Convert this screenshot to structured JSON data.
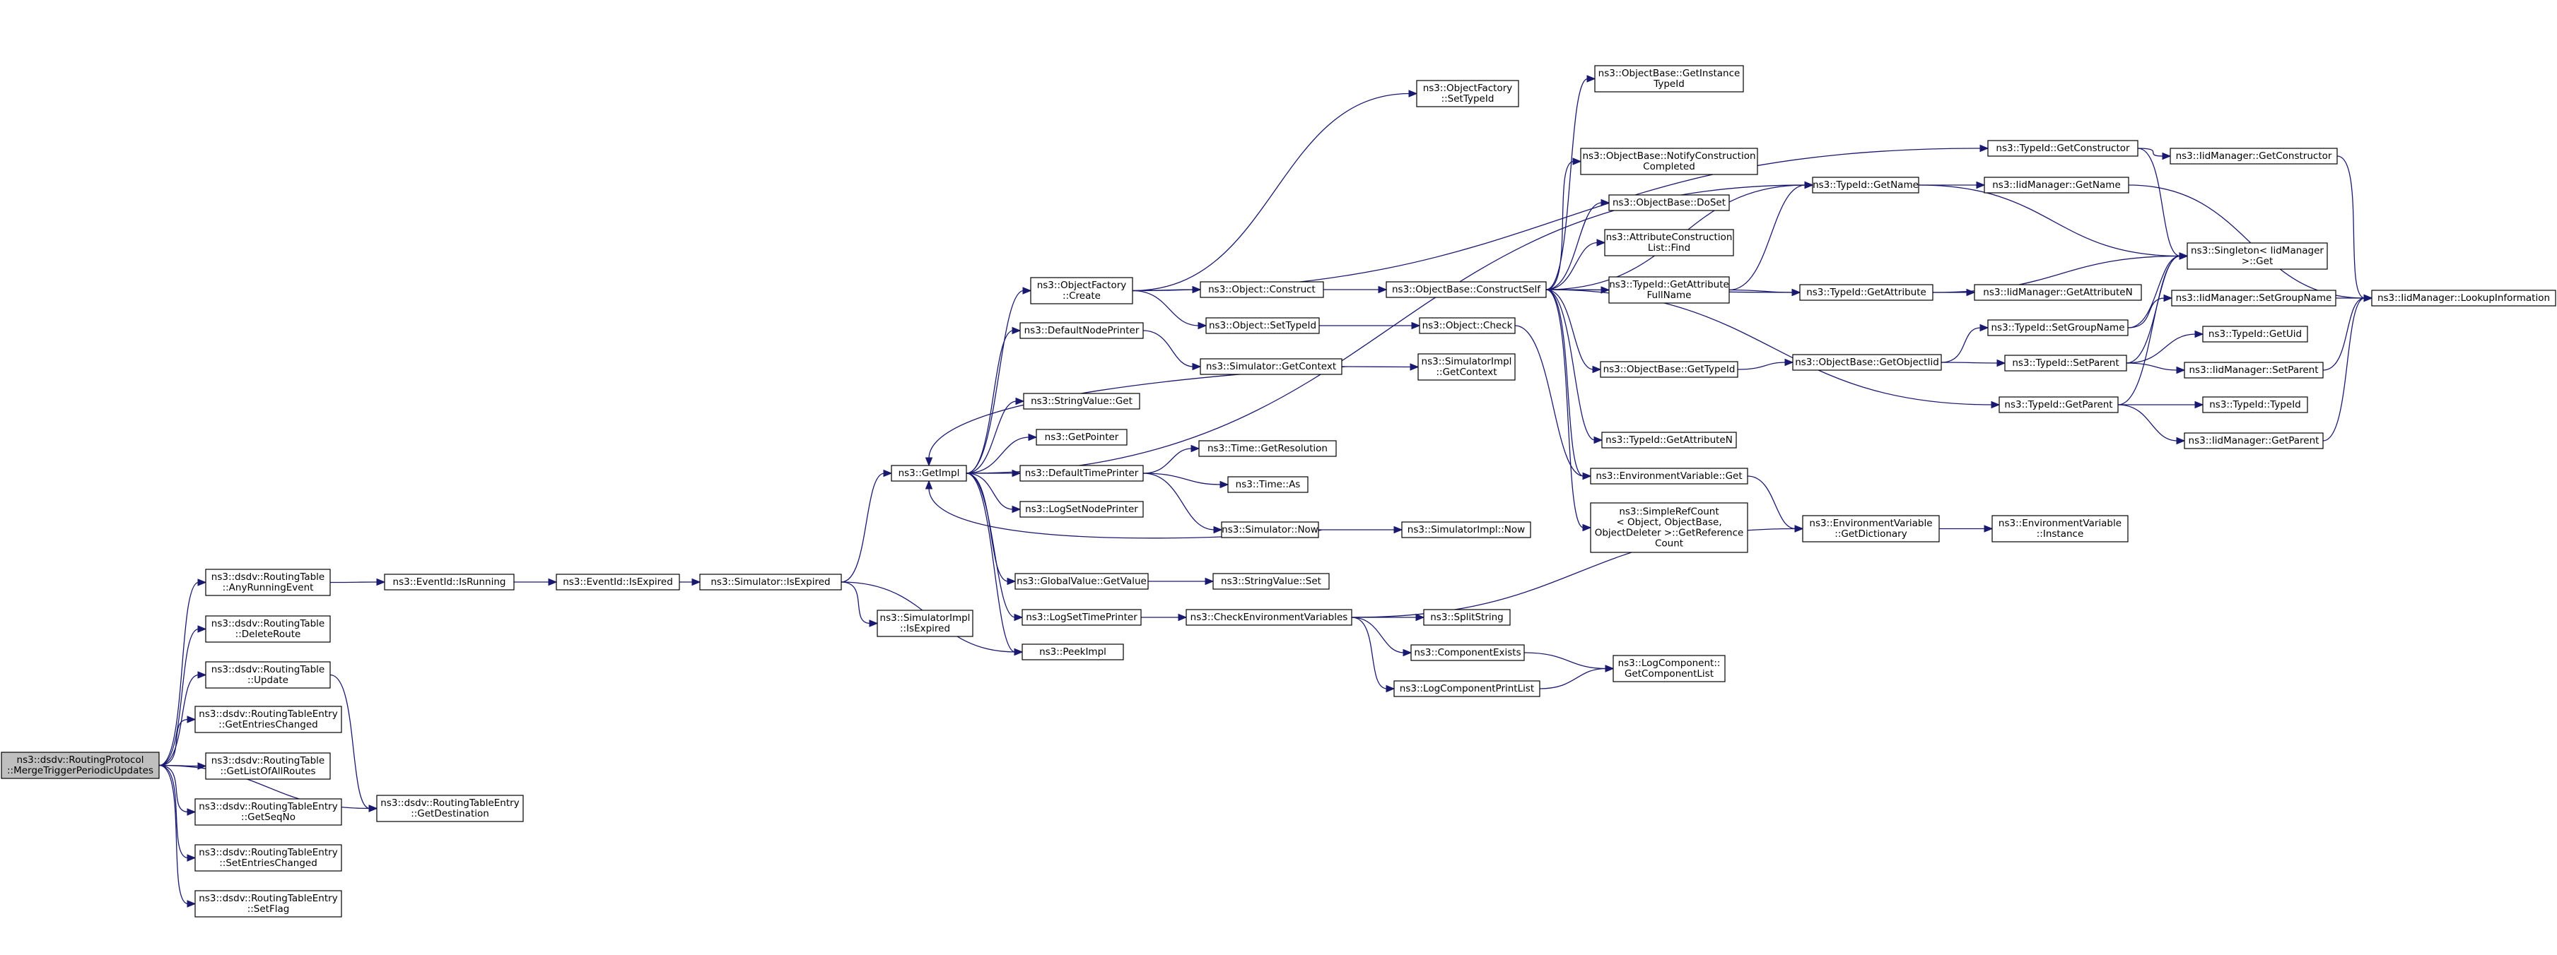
{
  "graph": {
    "title": "ns3::dsdv::RoutingProtocol::MergeTriggerPeriodicUpdates call graph",
    "colors": {
      "edge": "#191970",
      "root_fill": "#bfbfbf",
      "node_fill": "#ffffff",
      "node_border": "#000000"
    },
    "nodes": [
      {
        "id": "root",
        "lines": [
          "ns3::dsdv::RoutingProtocol",
          "::MergeTriggerPeriodicUpdates"
        ]
      },
      {
        "id": "rt_anyrunning",
        "lines": [
          "ns3::dsdv::RoutingTable",
          "::AnyRunningEvent"
        ]
      },
      {
        "id": "rt_deleteroute",
        "lines": [
          "ns3::dsdv::RoutingTable",
          "::DeleteRoute"
        ]
      },
      {
        "id": "rt_update",
        "lines": [
          "ns3::dsdv::RoutingTable",
          "::Update"
        ]
      },
      {
        "id": "rte_getentrieschanged",
        "lines": [
          "ns3::dsdv::RoutingTableEntry",
          "::GetEntriesChanged"
        ]
      },
      {
        "id": "rt_getlist",
        "lines": [
          "ns3::dsdv::RoutingTable",
          "::GetListOfAllRoutes"
        ]
      },
      {
        "id": "rte_getseqno",
        "lines": [
          "ns3::dsdv::RoutingTableEntry",
          "::GetSeqNo"
        ]
      },
      {
        "id": "rte_setentrieschanged",
        "lines": [
          "ns3::dsdv::RoutingTableEntry",
          "::SetEntriesChanged"
        ]
      },
      {
        "id": "rte_setflag",
        "lines": [
          "ns3::dsdv::RoutingTableEntry",
          "::SetFlag"
        ]
      },
      {
        "id": "rte_getdestination",
        "lines": [
          "ns3::dsdv::RoutingTableEntry",
          "::GetDestination"
        ]
      },
      {
        "id": "eventid_isrunning",
        "lines": [
          "ns3::EventId::IsRunning"
        ]
      },
      {
        "id": "eventid_isexpired",
        "lines": [
          "ns3::EventId::IsExpired"
        ]
      },
      {
        "id": "sim_isexpired",
        "lines": [
          "ns3::Simulator::IsExpired"
        ]
      },
      {
        "id": "simimpl_isexpired",
        "lines": [
          "ns3::SimulatorImpl",
          "::IsExpired"
        ]
      },
      {
        "id": "getimpl",
        "lines": [
          "ns3::GetImpl"
        ]
      },
      {
        "id": "peekimpl",
        "lines": [
          "ns3::PeekImpl"
        ]
      },
      {
        "id": "objfactory_create",
        "lines": [
          "ns3::ObjectFactory",
          "::Create"
        ]
      },
      {
        "id": "defaultnodeprinter",
        "lines": [
          "ns3::DefaultNodePrinter"
        ]
      },
      {
        "id": "stringvalue_get",
        "lines": [
          "ns3::StringValue::Get"
        ]
      },
      {
        "id": "getpointer",
        "lines": [
          "ns3::GetPointer"
        ]
      },
      {
        "id": "defaulttimeprinter",
        "lines": [
          "ns3::DefaultTimePrinter"
        ]
      },
      {
        "id": "logsetnodeprinter",
        "lines": [
          "ns3::LogSetNodePrinter"
        ]
      },
      {
        "id": "globalvalue_getvalue",
        "lines": [
          "ns3::GlobalValue::GetValue"
        ]
      },
      {
        "id": "logsettimeprinter",
        "lines": [
          "ns3::LogSetTimePrinter"
        ]
      },
      {
        "id": "objfactory_settypeid",
        "lines": [
          "ns3::ObjectFactory",
          "::SetTypeId"
        ]
      },
      {
        "id": "object_construct",
        "lines": [
          "ns3::Object::Construct"
        ]
      },
      {
        "id": "object_settypeid",
        "lines": [
          "ns3::Object::SetTypeId"
        ]
      },
      {
        "id": "sim_getcontext",
        "lines": [
          "ns3::Simulator::GetContext"
        ]
      },
      {
        "id": "time_getresolution",
        "lines": [
          "ns3::Time::GetResolution"
        ]
      },
      {
        "id": "time_as",
        "lines": [
          "ns3::Time::As"
        ]
      },
      {
        "id": "sim_now",
        "lines": [
          "ns3::Simulator::Now"
        ]
      },
      {
        "id": "stringvalue_set",
        "lines": [
          "ns3::StringValue::Set"
        ]
      },
      {
        "id": "checkenvvars",
        "lines": [
          "ns3::CheckEnvironmentVariables"
        ]
      },
      {
        "id": "objectbase_constructself",
        "lines": [
          "ns3::ObjectBase::ConstructSelf"
        ]
      },
      {
        "id": "object_check",
        "lines": [
          "ns3::Object::Check"
        ]
      },
      {
        "id": "simimpl_getcontext",
        "lines": [
          "ns3::SimulatorImpl",
          "::GetContext"
        ]
      },
      {
        "id": "simimpl_now",
        "lines": [
          "ns3::SimulatorImpl::Now"
        ]
      },
      {
        "id": "splitstring",
        "lines": [
          "ns3::SplitString"
        ]
      },
      {
        "id": "componentexists",
        "lines": [
          "ns3::ComponentExists"
        ]
      },
      {
        "id": "logcomponentprintlist",
        "lines": [
          "ns3::LogComponentPrintList"
        ]
      },
      {
        "id": "objectbase_getinstancetypeid",
        "lines": [
          "ns3::ObjectBase::GetInstance",
          "TypeId"
        ]
      },
      {
        "id": "objectbase_notifyconstruction",
        "lines": [
          "ns3::ObjectBase::NotifyConstruction",
          "Completed"
        ]
      },
      {
        "id": "objectbase_doset",
        "lines": [
          "ns3::ObjectBase::DoSet"
        ]
      },
      {
        "id": "attributeconstructionlist_find",
        "lines": [
          "ns3::AttributeConstruction",
          "List::Find"
        ]
      },
      {
        "id": "typeid_getattributefullname",
        "lines": [
          "ns3::TypeId::GetAttribute",
          "FullName"
        ]
      },
      {
        "id": "objectbase_gettypeid",
        "lines": [
          "ns3::ObjectBase::GetTypeId"
        ]
      },
      {
        "id": "typeid_getattributen",
        "lines": [
          "ns3::TypeId::GetAttributeN"
        ]
      },
      {
        "id": "envvar_get",
        "lines": [
          "ns3::EnvironmentVariable::Get"
        ]
      },
      {
        "id": "simplerefcount",
        "lines": [
          "ns3::SimpleRefCount",
          "< Object, ObjectBase,",
          "ObjectDeleter >::GetReference",
          "Count"
        ]
      },
      {
        "id": "logcomponent_getcomponentlist",
        "lines": [
          "ns3::LogComponent::",
          "GetComponentList"
        ]
      },
      {
        "id": "typeid_getname",
        "lines": [
          "ns3::TypeId::GetName"
        ]
      },
      {
        "id": "typeid_getattribute",
        "lines": [
          "ns3::TypeId::GetAttribute"
        ]
      },
      {
        "id": "objectbase_getobjectiid",
        "lines": [
          "ns3::ObjectBase::GetObjectIid"
        ]
      },
      {
        "id": "envvar_getdictionary",
        "lines": [
          "ns3::EnvironmentVariable",
          "::GetDictionary"
        ]
      },
      {
        "id": "typeid_getconstructor",
        "lines": [
          "ns3::TypeId::GetConstructor"
        ]
      },
      {
        "id": "iidmanager_getname",
        "lines": [
          "ns3::IidManager::GetName"
        ]
      },
      {
        "id": "iidmanager_getattributen",
        "lines": [
          "ns3::IidManager::GetAttributeN"
        ]
      },
      {
        "id": "typeid_setgroupname",
        "lines": [
          "ns3::TypeId::SetGroupName"
        ]
      },
      {
        "id": "typeid_setparent",
        "lines": [
          "ns3::TypeId::SetParent"
        ]
      },
      {
        "id": "typeid_getparent",
        "lines": [
          "ns3::TypeId::GetParent"
        ]
      },
      {
        "id": "envvar_instance",
        "lines": [
          "ns3::EnvironmentVariable",
          "::Instance"
        ]
      },
      {
        "id": "iidmanager_getconstructor",
        "lines": [
          "ns3::IidManager::GetConstructor"
        ]
      },
      {
        "id": "singleton_get",
        "lines": [
          "ns3::Singleton< IidManager",
          ">::Get"
        ]
      },
      {
        "id": "iidmanager_setgroupname",
        "lines": [
          "ns3::IidManager::SetGroupName"
        ]
      },
      {
        "id": "typeid_getuid",
        "lines": [
          "ns3::TypeId::GetUid"
        ]
      },
      {
        "id": "iidmanager_setparent",
        "lines": [
          "ns3::IidManager::SetParent"
        ]
      },
      {
        "id": "typeid_typeid",
        "lines": [
          "ns3::TypeId::TypeId"
        ]
      },
      {
        "id": "iidmanager_getparent",
        "lines": [
          "ns3::IidManager::GetParent"
        ]
      },
      {
        "id": "iidmanager_lookupinformation",
        "lines": [
          "ns3::IidManager::LookupInformation"
        ]
      }
    ],
    "edges": [
      [
        "root",
        "rt_anyrunning"
      ],
      [
        "root",
        "rt_deleteroute"
      ],
      [
        "root",
        "rt_update"
      ],
      [
        "root",
        "rte_getentrieschanged"
      ],
      [
        "root",
        "rt_getlist"
      ],
      [
        "root",
        "rte_getseqno"
      ],
      [
        "root",
        "rte_setentrieschanged"
      ],
      [
        "root",
        "rte_setflag"
      ],
      [
        "root",
        "rte_getdestination"
      ],
      [
        "rt_anyrunning",
        "eventid_isrunning"
      ],
      [
        "rt_update",
        "rte_getdestination"
      ],
      [
        "eventid_isrunning",
        "eventid_isexpired"
      ],
      [
        "eventid_isexpired",
        "sim_isexpired"
      ],
      [
        "sim_isexpired",
        "getimpl"
      ],
      [
        "sim_isexpired",
        "simimpl_isexpired"
      ],
      [
        "sim_isexpired",
        "peekimpl"
      ],
      [
        "getimpl",
        "objfactory_create"
      ],
      [
        "getimpl",
        "defaultnodeprinter"
      ],
      [
        "getimpl",
        "stringvalue_get"
      ],
      [
        "getimpl",
        "getpointer"
      ],
      [
        "getimpl",
        "defaulttimeprinter"
      ],
      [
        "getimpl",
        "logsetnodeprinter"
      ],
      [
        "getimpl",
        "globalvalue_getvalue"
      ],
      [
        "getimpl",
        "logsettimeprinter"
      ],
      [
        "getimpl",
        "peekimpl"
      ],
      [
        "getimpl",
        "typeid_getname"
      ],
      [
        "sim_getcontext",
        "getimpl"
      ],
      [
        "sim_now",
        "getimpl"
      ],
      [
        "objfactory_create",
        "objfactory_settypeid"
      ],
      [
        "objfactory_create",
        "object_construct"
      ],
      [
        "objfactory_create",
        "object_settypeid"
      ],
      [
        "objfactory_create",
        "typeid_getconstructor"
      ],
      [
        "defaultnodeprinter",
        "sim_getcontext"
      ],
      [
        "defaulttimeprinter",
        "time_getresolution"
      ],
      [
        "defaulttimeprinter",
        "time_as"
      ],
      [
        "defaulttimeprinter",
        "sim_now"
      ],
      [
        "globalvalue_getvalue",
        "stringvalue_set"
      ],
      [
        "logsettimeprinter",
        "checkenvvars"
      ],
      [
        "object_construct",
        "objectbase_constructself"
      ],
      [
        "object_settypeid",
        "object_check"
      ],
      [
        "sim_getcontext",
        "simimpl_getcontext"
      ],
      [
        "sim_now",
        "simimpl_now"
      ],
      [
        "checkenvvars",
        "splitstring"
      ],
      [
        "checkenvvars",
        "componentexists"
      ],
      [
        "checkenvvars",
        "logcomponentprintlist"
      ],
      [
        "checkenvvars",
        "envvar_getdictionary"
      ],
      [
        "componentexists",
        "logcomponent_getcomponentlist"
      ],
      [
        "logcomponentprintlist",
        "logcomponent_getcomponentlist"
      ],
      [
        "objectbase_constructself",
        "objectbase_getinstancetypeid"
      ],
      [
        "objectbase_constructself",
        "objectbase_notifyconstruction"
      ],
      [
        "objectbase_constructself",
        "objectbase_doset"
      ],
      [
        "objectbase_constructself",
        "attributeconstructionlist_find"
      ],
      [
        "objectbase_constructself",
        "typeid_getattributefullname"
      ],
      [
        "objectbase_constructself",
        "objectbase_gettypeid"
      ],
      [
        "objectbase_constructself",
        "typeid_getattributen"
      ],
      [
        "objectbase_constructself",
        "envvar_get"
      ],
      [
        "objectbase_constructself",
        "simplerefcount"
      ],
      [
        "objectbase_constructself",
        "typeid_getname"
      ],
      [
        "objectbase_constructself",
        "typeid_getattribute"
      ],
      [
        "objectbase_constructself",
        "typeid_getparent"
      ],
      [
        "object_check",
        "envvar_get"
      ],
      [
        "typeid_getattributefullname",
        "typeid_getname"
      ],
      [
        "typeid_getattributefullname",
        "typeid_getattribute"
      ],
      [
        "objectbase_gettypeid",
        "objectbase_getobjectiid"
      ],
      [
        "envvar_get",
        "envvar_getdictionary"
      ],
      [
        "typeid_getname",
        "iidmanager_getname"
      ],
      [
        "typeid_getname",
        "singleton_get"
      ],
      [
        "typeid_getattribute",
        "iidmanager_getattributen"
      ],
      [
        "typeid_getattribute",
        "singleton_get"
      ],
      [
        "objectbase_getobjectiid",
        "typeid_setgroupname"
      ],
      [
        "objectbase_getobjectiid",
        "typeid_setparent"
      ],
      [
        "envvar_getdictionary",
        "envvar_instance"
      ],
      [
        "typeid_getconstructor",
        "iidmanager_getconstructor"
      ],
      [
        "typeid_getconstructor",
        "singleton_get"
      ],
      [
        "iidmanager_getname",
        "iidmanager_lookupinformation"
      ],
      [
        "iidmanager_getconstructor",
        "iidmanager_lookupinformation"
      ],
      [
        "typeid_setgroupname",
        "iidmanager_setgroupname"
      ],
      [
        "typeid_setgroupname",
        "singleton_get"
      ],
      [
        "typeid_setparent",
        "typeid_getuid"
      ],
      [
        "typeid_setparent",
        "iidmanager_setparent"
      ],
      [
        "typeid_setparent",
        "singleton_get"
      ],
      [
        "typeid_getparent",
        "typeid_typeid"
      ],
      [
        "typeid_getparent",
        "iidmanager_getparent"
      ],
      [
        "typeid_getparent",
        "singleton_get"
      ],
      [
        "iidmanager_setgroupname",
        "iidmanager_lookupinformation"
      ],
      [
        "iidmanager_setparent",
        "iidmanager_lookupinformation"
      ],
      [
        "iidmanager_getparent",
        "iidmanager_lookupinformation"
      ]
    ]
  }
}
